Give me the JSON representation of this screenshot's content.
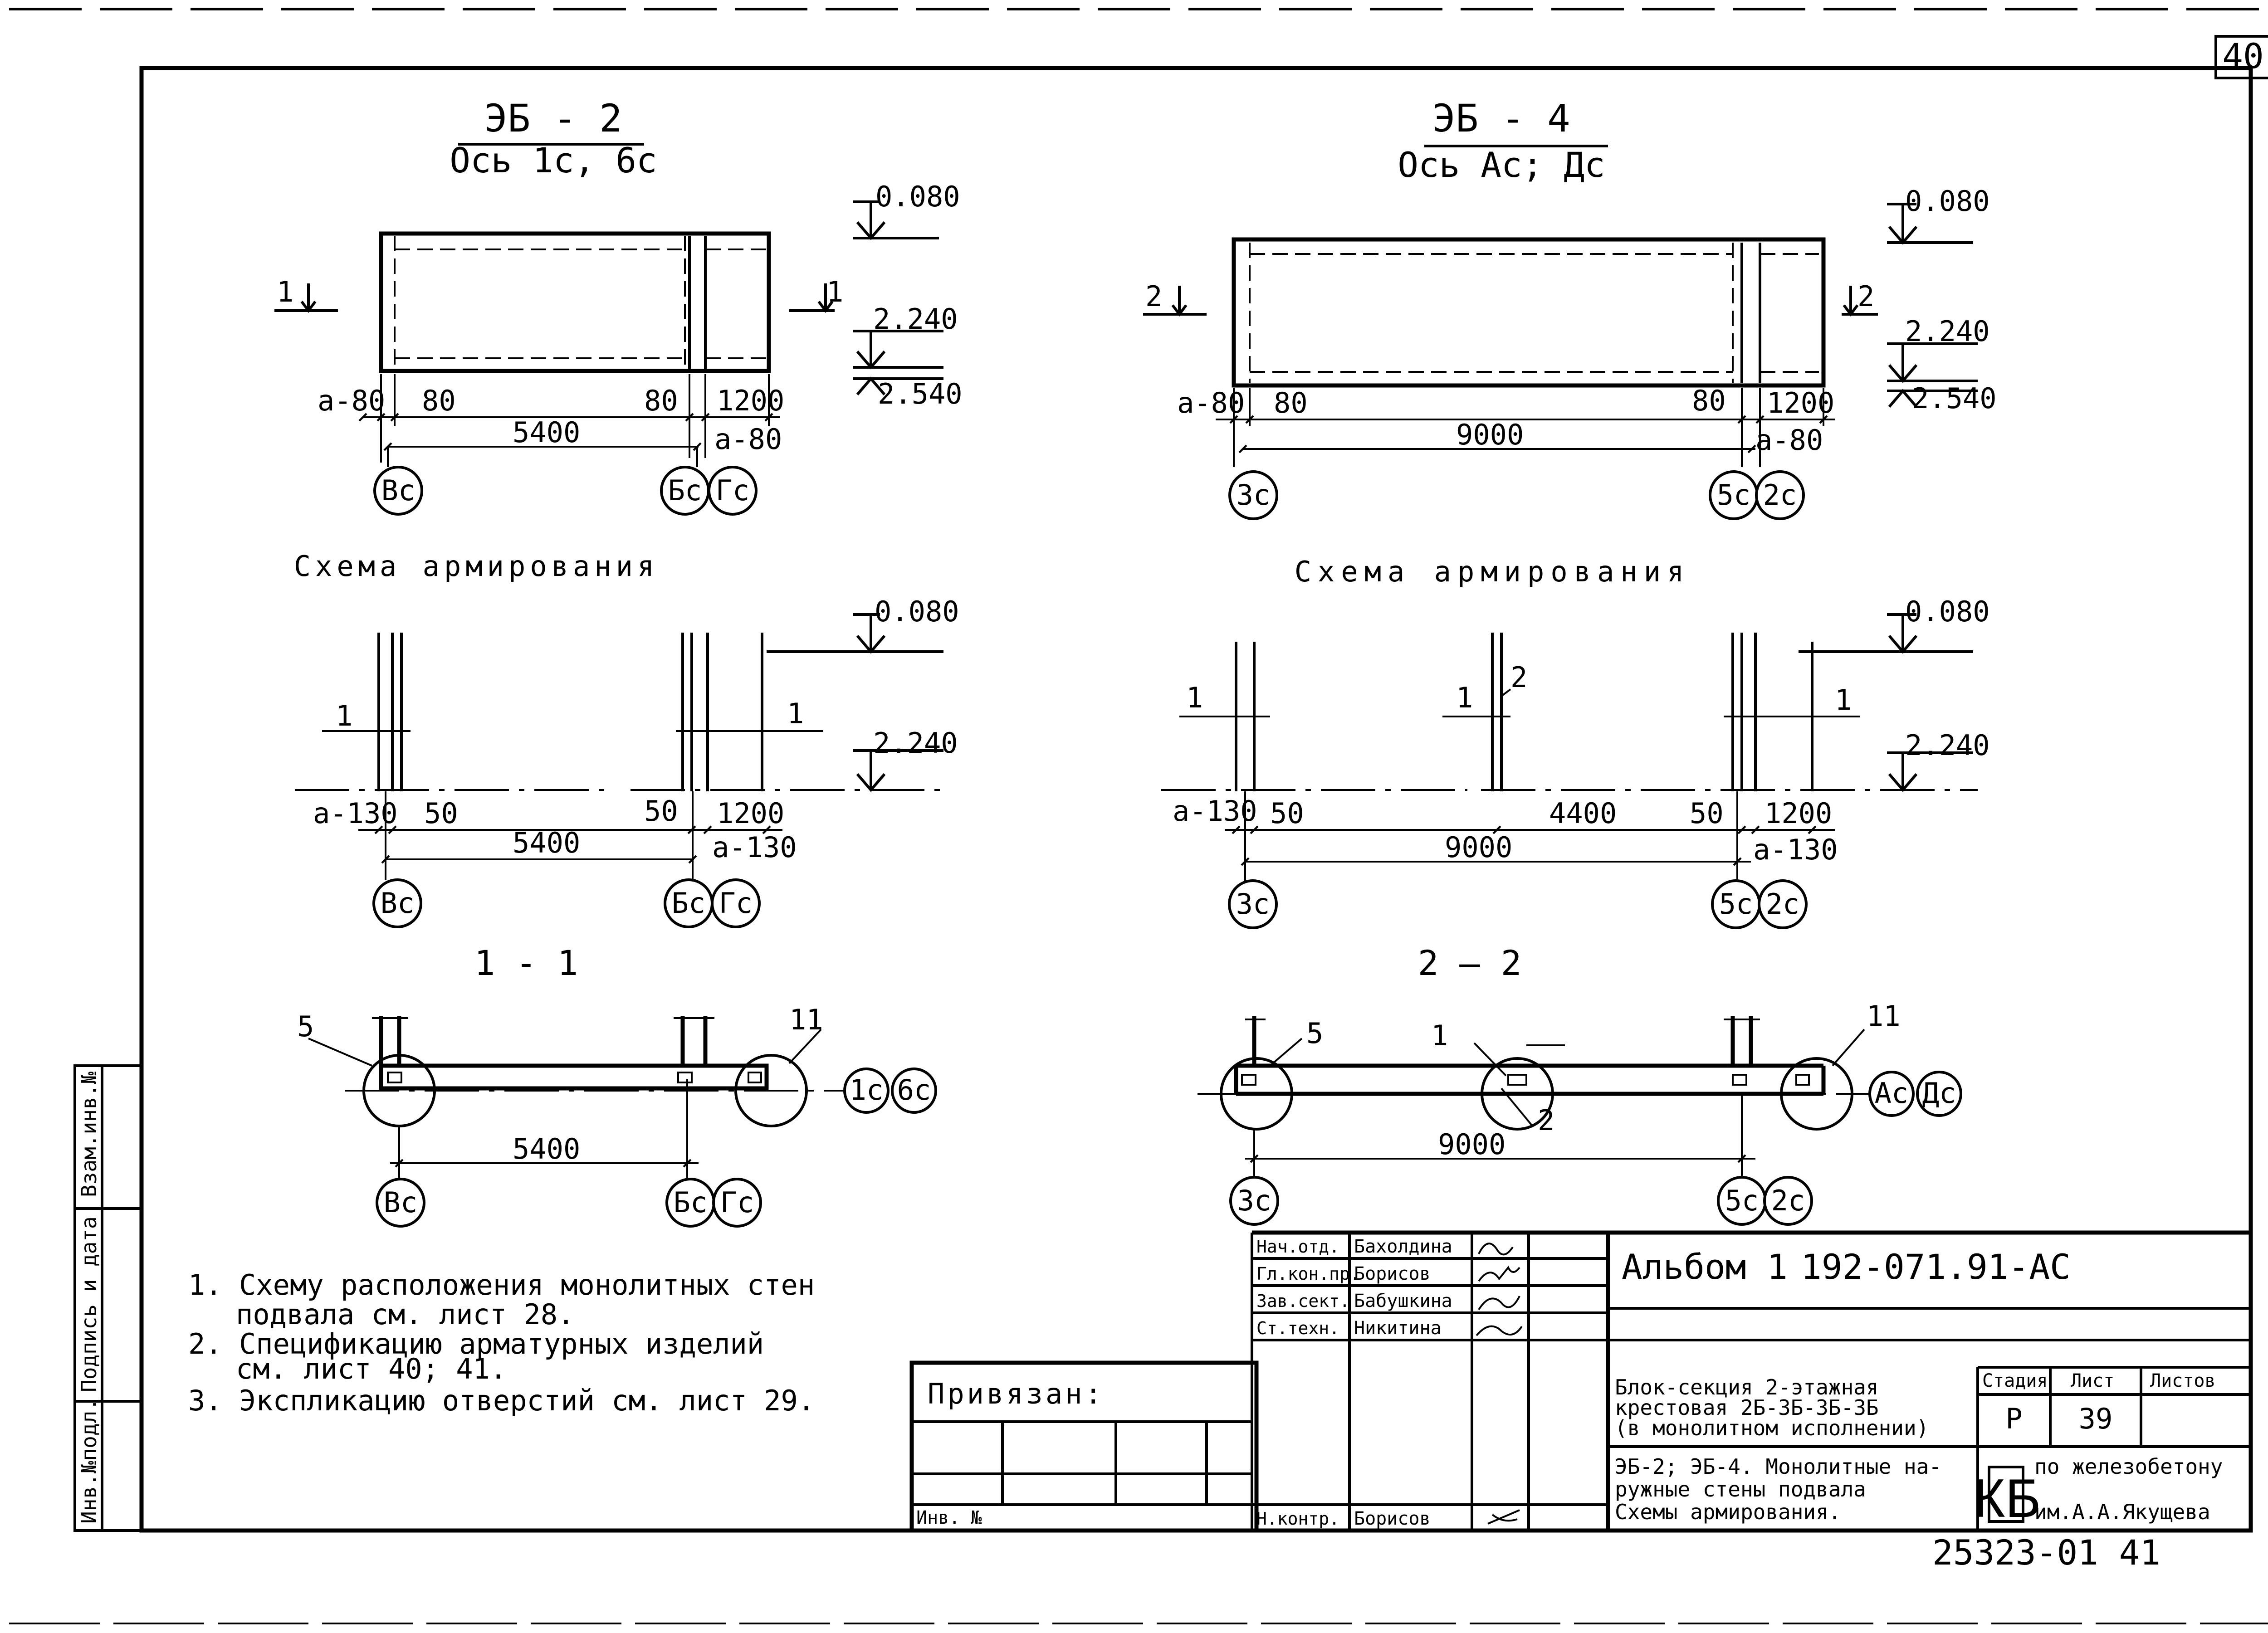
{
  "sheet": {
    "number": "40"
  },
  "left": {
    "title": "ЭБ - 2",
    "subtitle": "Ось 1с, 6с",
    "marks": {
      "top": "0.080",
      "mid": "2.240",
      "bot": "2.540"
    },
    "dims": {
      "a80": "а-80",
      "d80": "80",
      "d1200": "1200",
      "span": "5400",
      "a80b": "а-80"
    },
    "section_mark": "1",
    "axes": {
      "v": "Вс",
      "b": "Бс",
      "g": "Гс"
    },
    "scheme_title": "Схема армирования",
    "scheme": {
      "top": "0.080",
      "mid": "2.240",
      "bar1": "1",
      "bar1b": "1",
      "a130": "а-130",
      "d50": "50",
      "d50b": "50",
      "d1200": "1200",
      "span": "5400",
      "a130b": "а-130"
    },
    "section_title": "1 - 1",
    "section": {
      "p5": "5",
      "p11": "11",
      "span": "5400",
      "ax1": "1с",
      "ax6": "6с"
    }
  },
  "right": {
    "title": "ЭБ - 4",
    "subtitle": "Ось Ас; Дс",
    "marks": {
      "top": "0.080",
      "mid": "2.240",
      "bot": "2.540"
    },
    "dims": {
      "a80": "а-80",
      "d80": "80",
      "d80b": "80",
      "d1200": "1200",
      "span": "9000",
      "a80b": "а-80"
    },
    "section_mark": "2",
    "axes": {
      "z": "3с",
      "p": "5с",
      "d": "2с"
    },
    "scheme_title": "Схема армирования",
    "scheme": {
      "top": "0.080",
      "mid": "2.240",
      "bar1": "1",
      "bar1c": "1",
      "bar2": "2",
      "bar1r": "1",
      "a130": "а-130",
      "d50": "50",
      "d4400": "4400",
      "d50b": "50",
      "d1200": "1200",
      "span": "9000",
      "a130b": "а-130"
    },
    "section_title": "2 — 2",
    "section": {
      "p5": "5",
      "p1": "1",
      "p2": "2",
      "p11": "11",
      "span": "9000",
      "axA": "Ас",
      "axD": "Дс"
    }
  },
  "notes": [
    "1. Схему расположения монолитных стен",
    "подвала см. лист 28.",
    "2. Спецификацию арматурных изделий",
    "см. лист 40; 41.",
    "3. Экспликацию отверстий см. лист 29."
  ],
  "side_stamp": [
    "Взам.инв.№",
    "Подпись и дата",
    "Инв.№подл."
  ],
  "title_block": {
    "privyazan": "Привязан:",
    "inv_no": "Инв. №",
    "roles": [
      "Нач.отд.",
      "Гл.кон.пр.",
      "Зав.сект.",
      "Ст.техн."
    ],
    "names": [
      "Бахолдина",
      "Борисов",
      "Бабушкина",
      "Никитина"
    ],
    "n_kontr_role": "Н.контр.",
    "n_kontr_name": "Борисов",
    "album": "Альбом 1",
    "code": "192-071.91-АС",
    "project": [
      "Блок-секция 2-этажная",
      "крестовая 2Б-3Б-3Б-3Б",
      "(в монолитном исполнении)"
    ],
    "stage_label": "Стадия",
    "sheet_label": "Лист",
    "sheets_label": "Листов",
    "stage": "Р",
    "sheet": "39",
    "sheets": "",
    "drawing": [
      "ЭБ-2; ЭБ-4. Монолитные на-",
      "ружные стены подвала",
      "Схемы армирования."
    ],
    "org": [
      "по железобетону",
      "им.А.А.Якущева"
    ],
    "org_logo": "КБ"
  },
  "archive_no": "25323-01 41"
}
